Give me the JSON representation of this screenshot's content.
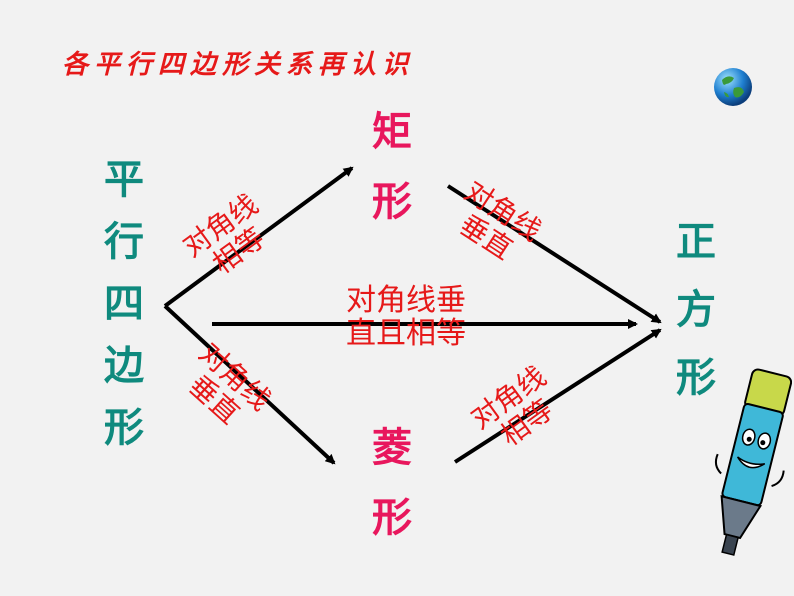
{
  "title": "各平行四边形关系再认识",
  "shapes": {
    "parallelogram": [
      "平",
      "行",
      "四",
      "边",
      "形"
    ],
    "rectangle": [
      "矩",
      "形"
    ],
    "rhombus": [
      "菱",
      "形"
    ],
    "square": [
      "正",
      "方",
      "形"
    ]
  },
  "labels": {
    "para_to_rect": [
      "对角线",
      "相等"
    ],
    "para_to_rhombus": [
      "对角线",
      "垂直"
    ],
    "para_to_square": [
      "对角线垂",
      "直且相等"
    ],
    "rect_to_square": [
      "对角线",
      "垂直"
    ],
    "rhombus_to_square": [
      "对角线",
      "相等"
    ]
  },
  "colors": {
    "title": "#e61919",
    "parallelogram": "#0f8a7e",
    "rect_rhombus": "#e8175d",
    "square": "#0f8a7e",
    "labels": "#e61919"
  },
  "icons": [
    "globe-icon",
    "pencil-mascot-icon"
  ]
}
